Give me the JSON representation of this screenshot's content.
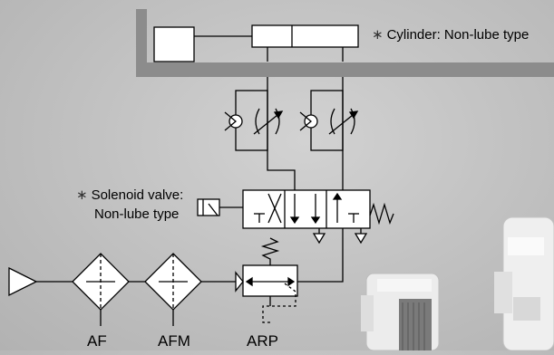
{
  "labels": {
    "cylinder": "Cylinder: Non-lube type",
    "solenoid_line1": "Solenoid valve:",
    "solenoid_line2": "Non-lube type",
    "af": "AF",
    "afm": "AFM",
    "arp": "ARP"
  },
  "marker": "∗",
  "colors": {
    "background": "#c3c3c3",
    "mount_plate": "#8c8c8c",
    "line": "#000000",
    "symbol_fill": "#ffffff"
  }
}
